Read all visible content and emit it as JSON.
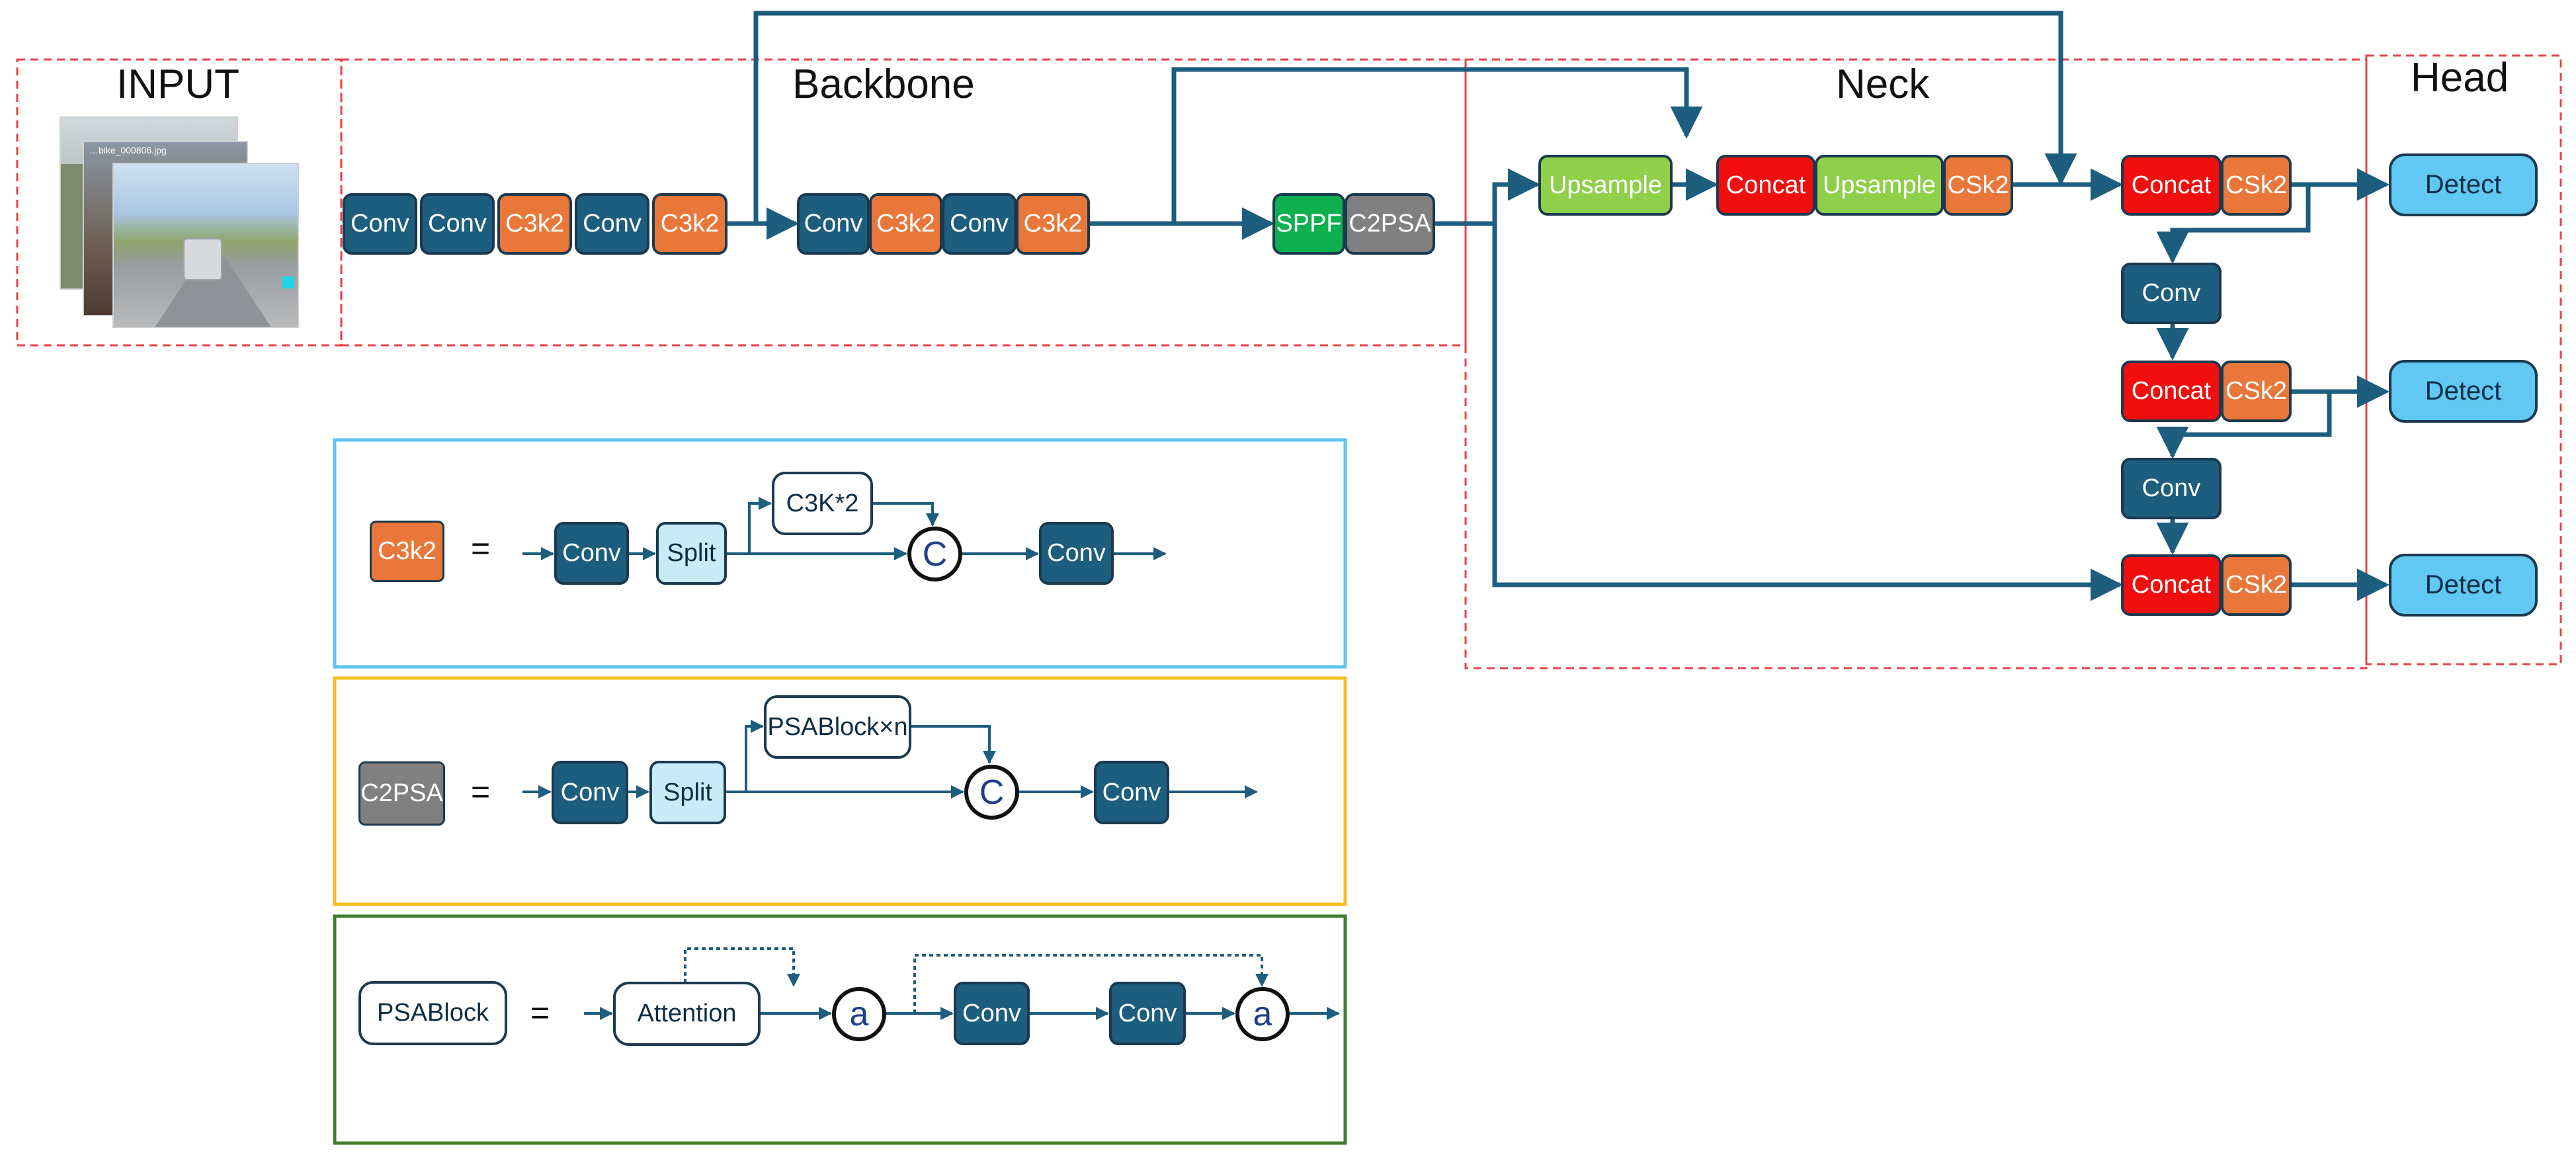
{
  "sections": {
    "input": "INPUT",
    "backbone": "Backbone",
    "neck": "Neck",
    "head": "Head"
  },
  "backbone": {
    "b1": "Conv",
    "b2": "Conv",
    "b3": "C3k2",
    "b4": "Conv",
    "b5": "C3k2",
    "b6": "Conv",
    "b7": "C3k2",
    "b8": "Conv",
    "b9": "C3k2",
    "sppf": "SPPF",
    "c2psa": "C2PSA"
  },
  "neck": {
    "upsample1": "Upsample",
    "concat1": "Concat",
    "upsample2": "Upsample",
    "csk2_1": "CSk2",
    "concat2": "Concat",
    "csk2_2": "CSk2",
    "conv1": "Conv",
    "concat3": "Concat",
    "csk2_3": "CSk2",
    "conv2": "Conv",
    "concat4": "Concat",
    "csk2_4": "CSk2"
  },
  "head": {
    "detect1": "Detect",
    "detect2": "Detect",
    "detect3": "Detect"
  },
  "input_image": {
    "filename": "…bike_000806.jpg"
  },
  "legend_c3k2": {
    "symbol": "C3k2",
    "equals": "=",
    "conv_in": "Conv",
    "split": "Split",
    "inner": "C3K*2",
    "concat": "C",
    "conv_out": "Conv"
  },
  "legend_c2psa": {
    "symbol": "C2PSA",
    "equals": "=",
    "conv_in": "Conv",
    "split": "Split",
    "inner": "PSABlock×n",
    "concat": "C",
    "conv_out": "Conv"
  },
  "legend_psablock": {
    "symbol": "PSABlock",
    "equals": "=",
    "attention": "Attention",
    "add1": "a",
    "conv1": "Conv",
    "conv2": "Conv",
    "add2": "a"
  },
  "colors": {
    "conv": "#1d5d7e",
    "c3k2": "#e9773a",
    "concat": "#f20e0e",
    "upsample": "#8fcf4a",
    "sppf": "#0db04f",
    "c2psa": "#808080",
    "detect": "#60c8f2",
    "split": "#c9ebf8",
    "arrow": "#1d5d7e",
    "section_border": "#e8424a",
    "legend_c3k2_border": "#5ec4f0",
    "legend_c2psa_border": "#f5bf22",
    "legend_psa_border": "#3f7e2a"
  }
}
